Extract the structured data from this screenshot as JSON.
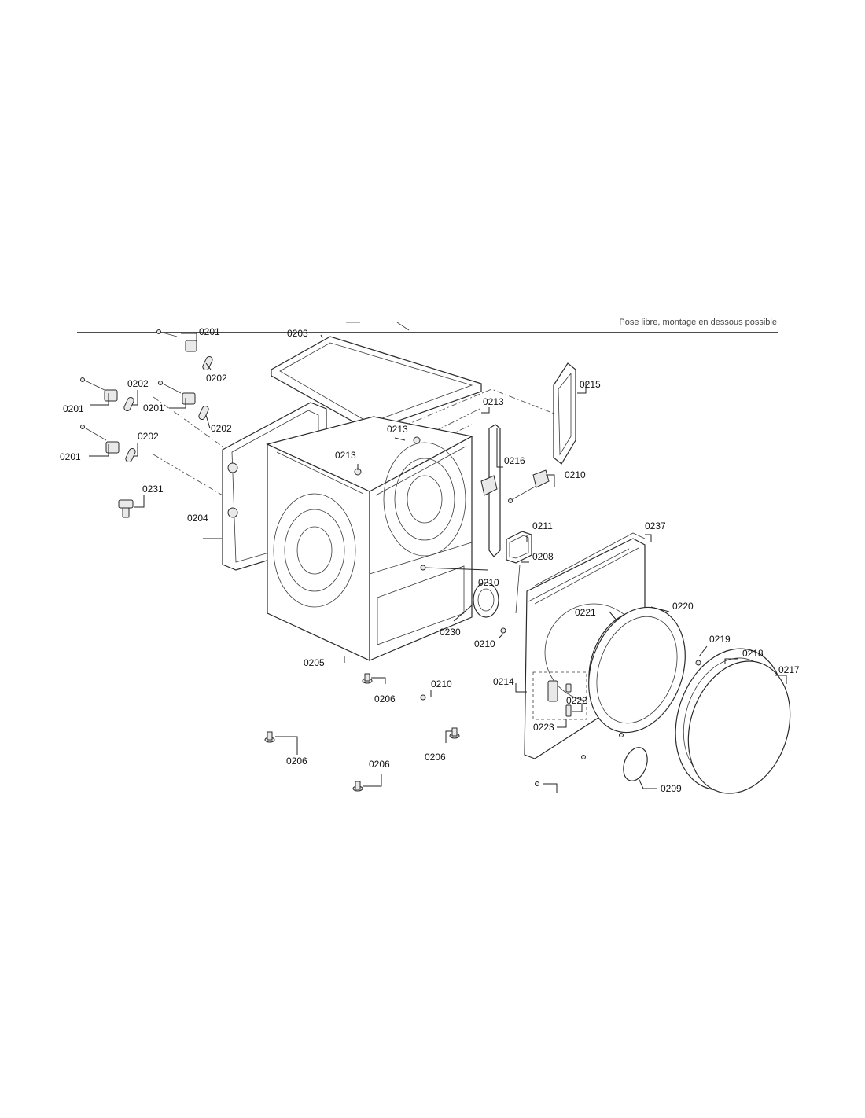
{
  "header": {
    "note": "Pose libre, montage en dessous possible"
  },
  "callouts": [
    {
      "id": "c-0201-a",
      "label": "0201"
    },
    {
      "id": "c-0203",
      "label": "0203"
    },
    {
      "id": "c-0202-a",
      "label": "0202"
    },
    {
      "id": "c-0202-b",
      "label": "0202"
    },
    {
      "id": "c-0201-b",
      "label": "0201"
    },
    {
      "id": "c-0201-c",
      "label": "0201"
    },
    {
      "id": "c-0202-c",
      "label": "0202"
    },
    {
      "id": "c-0202-d",
      "label": "0202"
    },
    {
      "id": "c-0201-d",
      "label": "0201"
    },
    {
      "id": "c-0231",
      "label": "0231"
    },
    {
      "id": "c-0204",
      "label": "0204"
    },
    {
      "id": "c-0215",
      "label": "0215"
    },
    {
      "id": "c-0213-a",
      "label": "0213"
    },
    {
      "id": "c-0213-b",
      "label": "0213"
    },
    {
      "id": "c-0213-c",
      "label": "0213"
    },
    {
      "id": "c-0216",
      "label": "0216"
    },
    {
      "id": "c-0210-a",
      "label": "0210"
    },
    {
      "id": "c-0211",
      "label": "0211"
    },
    {
      "id": "c-0237",
      "label": "0237"
    },
    {
      "id": "c-0208",
      "label": "0208"
    },
    {
      "id": "c-0210-b",
      "label": "0210"
    },
    {
      "id": "c-0230",
      "label": "0230"
    },
    {
      "id": "c-0210-c",
      "label": "0210"
    },
    {
      "id": "c-0221",
      "label": "0221"
    },
    {
      "id": "c-0220",
      "label": "0220"
    },
    {
      "id": "c-0205",
      "label": "0205"
    },
    {
      "id": "c-0219",
      "label": "0219"
    },
    {
      "id": "c-0218",
      "label": "0218"
    },
    {
      "id": "c-0217",
      "label": "0217"
    },
    {
      "id": "c-0214",
      "label": "0214"
    },
    {
      "id": "c-0206-a",
      "label": "0206"
    },
    {
      "id": "c-0210-d",
      "label": "0210"
    },
    {
      "id": "c-0222",
      "label": "0222"
    },
    {
      "id": "c-0223",
      "label": "0223"
    },
    {
      "id": "c-0206-b",
      "label": "0206"
    },
    {
      "id": "c-0206-c",
      "label": "0206"
    },
    {
      "id": "c-0206-d",
      "label": "0206"
    },
    {
      "id": "c-0209",
      "label": "0209"
    }
  ]
}
